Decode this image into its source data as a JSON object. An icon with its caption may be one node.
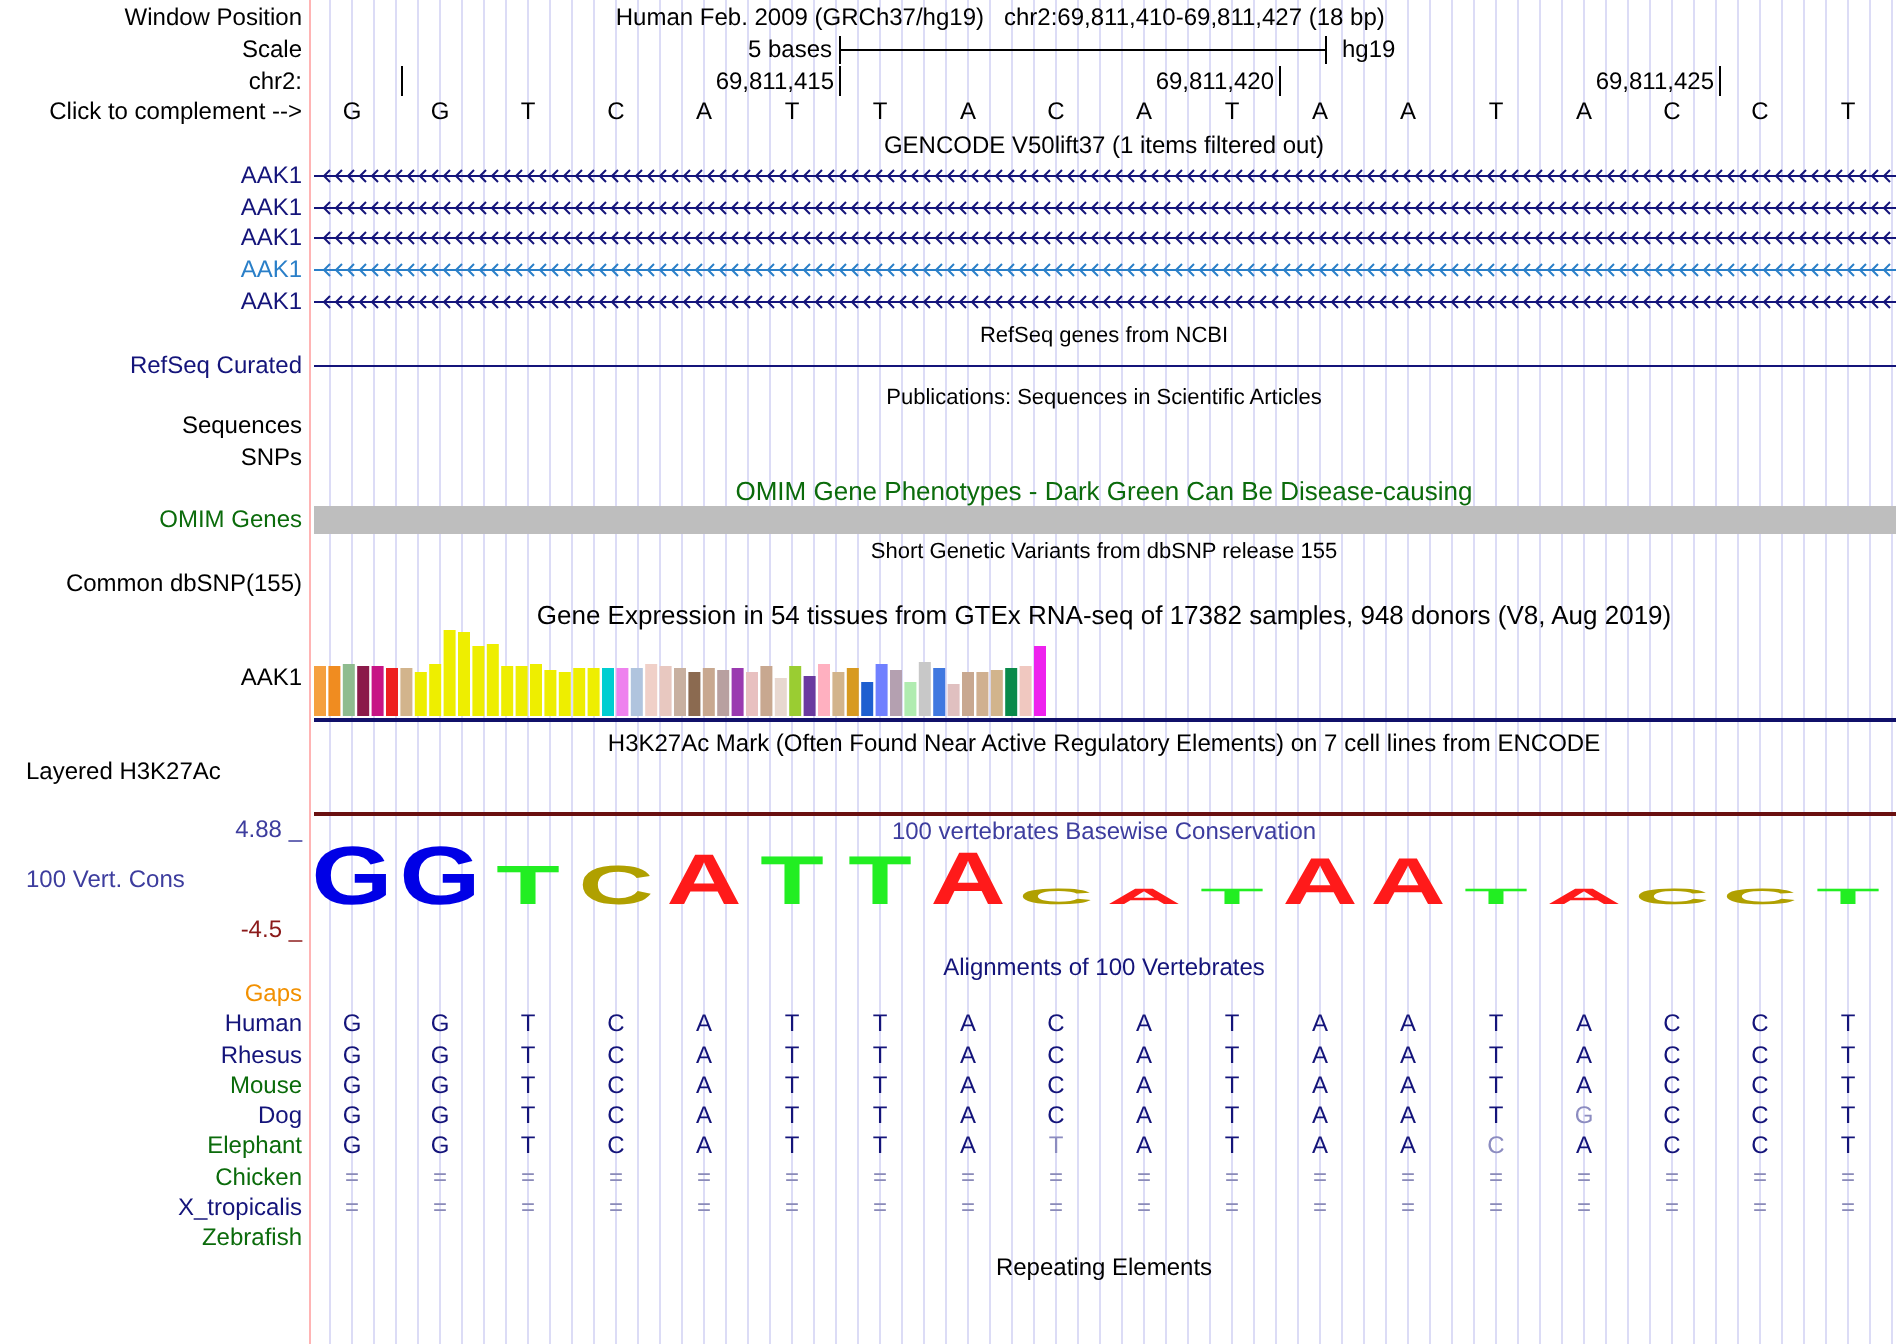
{
  "diagram": {
    "nodes": [
      {
        "text": [],
        "shape": "bar"
      }
    ],
    "labels": [
      "Window Position",
      "Human Feb. 2009 (GRCh37/hg19)",
      "chr2:69,811,410-69,811,427 (18 bp)",
      "Scale",
      "5 bases",
      "hg19",
      "chr2:",
      "69,811,415",
      "69,811,420",
      "69,811,425",
      "Click to complement -->",
      "G",
      "G",
      "T",
      "C",
      "A",
      "T",
      "T",
      "A",
      "C",
      "A",
      "T",
      "A",
      "A",
      "T",
      "A",
      "C",
      "C",
      "T",
      "GENCODE V50lift37 (1 items filtered out)",
      "AAK1",
      "AAK1",
      "AAK1",
      "AAK1",
      "AAK1",
      "RefSeq genes from NCBI",
      "RefSeq Curated",
      "Publications: Sequences in Scientific Articles",
      "Sequences",
      "SNPs",
      "OMIM Gene Phenotypes - Dark Green Can Be Disease-causing",
      "OMIM Genes",
      "Short Genetic Variants from dbSNP release 155",
      "Common dbSNP(155)",
      "Gene Expression in 54 tissues from GTEx RNA-seq of 17382 samples, 948 donors (V8, Aug 2019)",
      "AAK1",
      "H3K27Ac Mark (Often Found Near Active Regulatory Elements) on 7 cell lines from ENCODE",
      "Layered H3K27Ac",
      "4.88 _",
      "100 vertebrates Basewise Conservation",
      "100 Vert. Cons",
      "G",
      "G",
      "T",
      "C",
      "A",
      "T",
      "T",
      "A",
      "C",
      "A",
      "T",
      "A",
      "A",
      "T",
      "A",
      "C",
      "C",
      "T",
      "-4.5 _",
      "Alignments of 100 Vertebrates",
      "Gaps",
      "Human",
      "G",
      "G",
      "T",
      "C",
      "A",
      "T",
      "T",
      "A",
      "C",
      "A",
      "T",
      "A",
      "A",
      "T",
      "A",
      "C",
      "C",
      "T",
      "Rhesus",
      "G",
      "G",
      "T",
      "C",
      "A",
      "T",
      "T",
      "A",
      "C",
      "A",
      "T",
      "A",
      "A",
      "T",
      "A",
      "C",
      "C",
      "T",
      "Mouse",
      "G",
      "G",
      "T",
      "C",
      "A",
      "T",
      "T",
      "A",
      "C",
      "A",
      "T",
      "A",
      "A",
      "T",
      "A",
      "C",
      "C",
      "T",
      "Dog",
      "G",
      "G",
      "T",
      "C",
      "A",
      "T",
      "T",
      "A",
      "C",
      "A",
      "T",
      "A",
      "A",
      "T",
      "G",
      "C",
      "C",
      "T",
      "Elephant",
      "G",
      "G",
      "T",
      "C",
      "A",
      "T",
      "T",
      "A",
      "T",
      "A",
      "T",
      "A",
      "A",
      "C",
      "A",
      "C",
      "C",
      "T",
      "Chicken",
      "=",
      "=",
      "=",
      "=",
      "=",
      "=",
      "=",
      "=",
      "=",
      "=",
      "=",
      "=",
      "=",
      "=",
      "=",
      "=",
      "=",
      "=",
      "X_tropicalis",
      "=",
      "=",
      "=",
      "=",
      "=",
      "=",
      "=",
      "=",
      "=",
      "=",
      "=",
      "=",
      "=",
      "=",
      "=",
      "=",
      "=",
      "=",
      "Zebrafish",
      "Repeating Elements"
    ]
  }
}
